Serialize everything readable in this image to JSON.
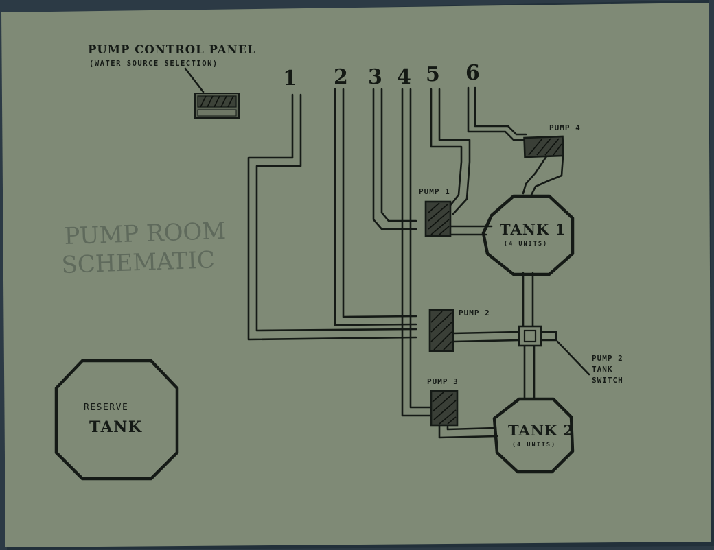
{
  "panel": {
    "title": "PUMP CONTROL PANEL",
    "subtitle": "(WATER SOURCE SELECTION)"
  },
  "schematic_title": {
    "line1": "PUMP ROOM",
    "line2": "SCHEMATIC"
  },
  "valves": [
    "1",
    "2",
    "3",
    "4",
    "5",
    "6"
  ],
  "pumps": {
    "pump1": "PUMP 1",
    "pump2": "PUMP 2",
    "pump3": "PUMP 3",
    "pump4": "PUMP 4"
  },
  "tanks": {
    "tank1": {
      "name": "TANK 1",
      "capacity": "(4 UNITS)"
    },
    "tank2": {
      "name": "TANK 2",
      "capacity": "(4 UNITS)"
    },
    "reserve": {
      "line1": "RESERVE",
      "line2": "TANK"
    }
  },
  "switch": {
    "line1": "PUMP 2",
    "line2": "TANK",
    "line3": "SWITCH"
  }
}
